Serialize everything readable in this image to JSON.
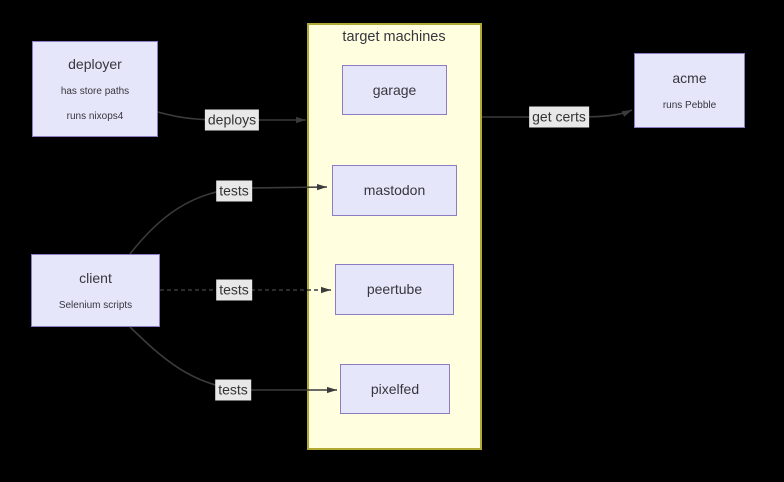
{
  "cluster": {
    "label": "target machines"
  },
  "nodes": {
    "deployer": {
      "title": "deployer",
      "line1": "has store paths",
      "line2": "runs nixops4"
    },
    "client": {
      "title": "client",
      "line1": "Selenium scripts"
    },
    "acme": {
      "title": "acme",
      "line1": "runs Pebble"
    },
    "garage": {
      "title": "garage"
    },
    "mastodon": {
      "title": "mastodon"
    },
    "peertube": {
      "title": "peertube"
    },
    "pixelfed": {
      "title": "pixelfed"
    }
  },
  "edges": {
    "deploys": {
      "label": "deploys",
      "from": "deployer",
      "to": "target machines cluster",
      "style": "solid"
    },
    "tests_mastodon": {
      "label": "tests",
      "from": "client",
      "to": "mastodon",
      "style": "solid"
    },
    "tests_peertube": {
      "label": "tests",
      "from": "client",
      "to": "peertube",
      "style": "dashed"
    },
    "tests_pixelfed": {
      "label": "tests",
      "from": "client",
      "to": "pixelfed",
      "style": "solid"
    },
    "get_certs": {
      "label": "get certs",
      "from": "target machines cluster",
      "to": "acme",
      "style": "solid"
    }
  },
  "colors": {
    "background": "#000000",
    "node_fill": "#e6e6fa",
    "node_border": "#8e7cc3",
    "cluster_fill": "#ffffe0",
    "cluster_border": "#b0aa33",
    "edge": "#3b3b3b",
    "edge_label_bg": "#e8e8e8",
    "edge_label_text": "#333333",
    "node_text": "#36363e"
  }
}
